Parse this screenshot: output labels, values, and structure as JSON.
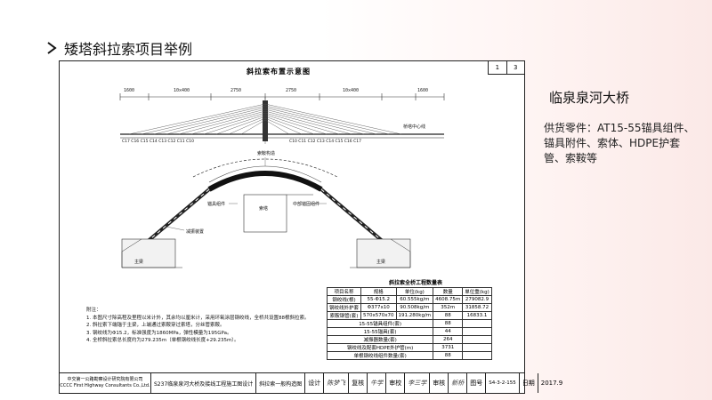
{
  "header": {
    "title": "矮塔斜拉索项目举例"
  },
  "drawing": {
    "sheet_number": "1",
    "sheet_total": "3",
    "elevation_title": "斜拉索布置示意图",
    "span_dims": [
      "1600",
      "10x400",
      "2750",
      "2750",
      "10x400",
      "1600"
    ],
    "pylon_label": "桥塔中心线",
    "cable_labels_left": "C17 C16 C15 C14 C13 C12 C11 C10",
    "cable_labels_right": "C10 C11 C12 C13 C14 C15 C16 C17",
    "detail_labels": {
      "saddle": "索鞍构造",
      "tower": "索塔",
      "beam_left": "主梁",
      "beam_right": "主梁",
      "anchor_left": "锚具组件",
      "anchor_right": "中部锚固组件",
      "damper": "减振装置"
    },
    "quantity_table": {
      "title": "斜拉索全桥工程数量表",
      "headers": [
        "项目名称",
        "规格",
        "单位(kg)",
        "数量",
        "单位重(kg)"
      ],
      "rows": [
        [
          "钢绞线(根)",
          "55-Φ15.2",
          "60.555kg/m",
          "4608.75m",
          "279082.9"
        ],
        [
          "钢绞线外护套",
          "Φ377x10",
          "90.508kg/m",
          "352m",
          "31858.72"
        ],
        [
          "索鞍钢管(套)",
          "570x570x70",
          "191.280kg/m",
          "88",
          "16833.1"
        ],
        [
          "15-55锚具组件(套)",
          "",
          "",
          "88",
          ""
        ],
        [
          "15-55锚具(套)",
          "",
          "",
          "44",
          ""
        ],
        [
          "减振器数量(套)",
          "",
          "",
          "264",
          ""
        ],
        [
          "钢绞线及配套HDPE外护管(m)",
          "",
          "",
          "3731",
          ""
        ],
        [
          "单根钢绞线组件数量(套)",
          "",
          "",
          "88",
          ""
        ]
      ]
    },
    "notes": [
      "附注：",
      "1. 本图尺寸除高程及里程以米计外，其余均以厘米计，采用环氧涂层钢绞线，全桥共设置88根斜拉索。",
      "2. 斜拉索下端锚于主梁，上端通过索鞍穿过索塔，分丝管索鞍。",
      "3. 钢绞线为Φ15.2，标准强度为1860MPa，弹性模量为195GPa。",
      "4. 全桥斜拉索总长度约为279.235m（单根钢绞线长度+29.235m）。"
    ],
    "title_block": {
      "company_cn": "中交第一公路勘察设计研究院有限公司",
      "company_en": "CCCC First Highway Consultants Co.,Ltd.",
      "project": "S237临泉泉河大桥及接线工程施工图设计",
      "drawing_name": "斜拉索一般构造图",
      "design_label": "设计",
      "check_label": "复核",
      "review_label": "审校",
      "approve_label": "审核",
      "sig_design": "陈梦飞",
      "sig_check": "牛学",
      "sig_review": "李三学",
      "sig_approve": "新桥",
      "drawing_no_label": "图号",
      "drawing_no": "S4-3-2-155",
      "date_label": "日期",
      "date": "2017.9"
    }
  },
  "side_panel": {
    "title": "临泉泉河大桥",
    "description": "供货零件：AT15-55锚具组件、锚具附件、索体、HDPE护套管、索鞍等"
  },
  "colors": {
    "accent": "#1f3a8a",
    "background_fade": "#fbe9e7"
  }
}
